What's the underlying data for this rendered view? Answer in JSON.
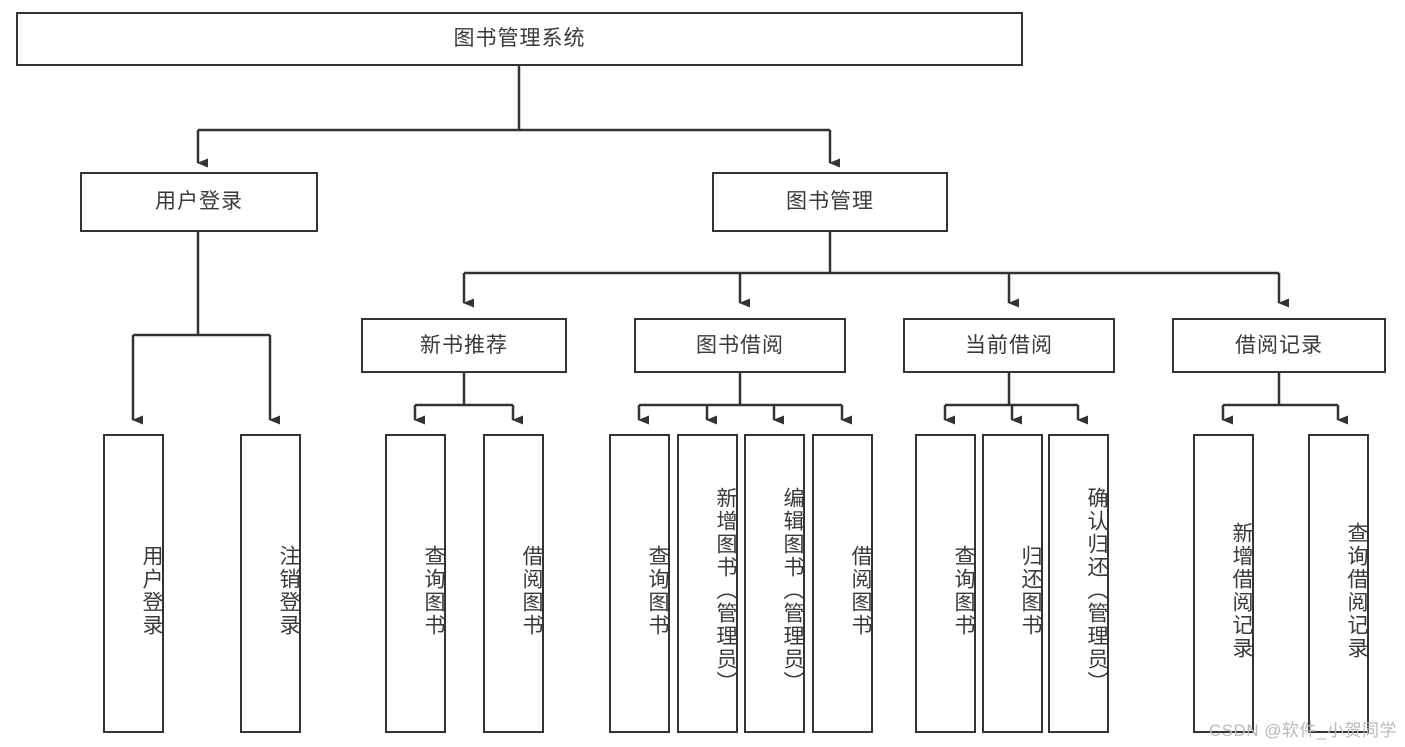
{
  "diagram": {
    "title": "图书管理系统",
    "type": "tree-hierarchy-chart",
    "root": {
      "label": "图书管理系统"
    },
    "level1": [
      {
        "label": "用户登录"
      },
      {
        "label": "图书管理"
      }
    ],
    "level2": [
      {
        "label": "新书推荐"
      },
      {
        "label": "图书借阅"
      },
      {
        "label": "当前借阅"
      },
      {
        "label": "借阅记录"
      }
    ],
    "leaves": {
      "user_login": [
        {
          "label": "用户登录"
        },
        {
          "label": "注销登录"
        }
      ],
      "new_book_recommend": [
        {
          "label": "查询图书"
        },
        {
          "label": "借阅图书"
        }
      ],
      "book_borrow": [
        {
          "label": "查询图书"
        },
        {
          "label": "新增图书（管理员）"
        },
        {
          "label": "编辑图书（管理员）"
        },
        {
          "label": "借阅图书"
        }
      ],
      "current_borrow": [
        {
          "label": "查询图书"
        },
        {
          "label": "归还图书"
        },
        {
          "label": "确认归还（管理员）"
        }
      ],
      "borrow_record": [
        {
          "label": "新增借阅记录"
        },
        {
          "label": "查询借阅记录"
        }
      ]
    },
    "watermark": "CSDN @软件_小贺同学",
    "colors": {
      "border": "#333333",
      "text": "#3a3a3a",
      "background": "#ffffff",
      "watermark": "#b9b9b9"
    }
  }
}
